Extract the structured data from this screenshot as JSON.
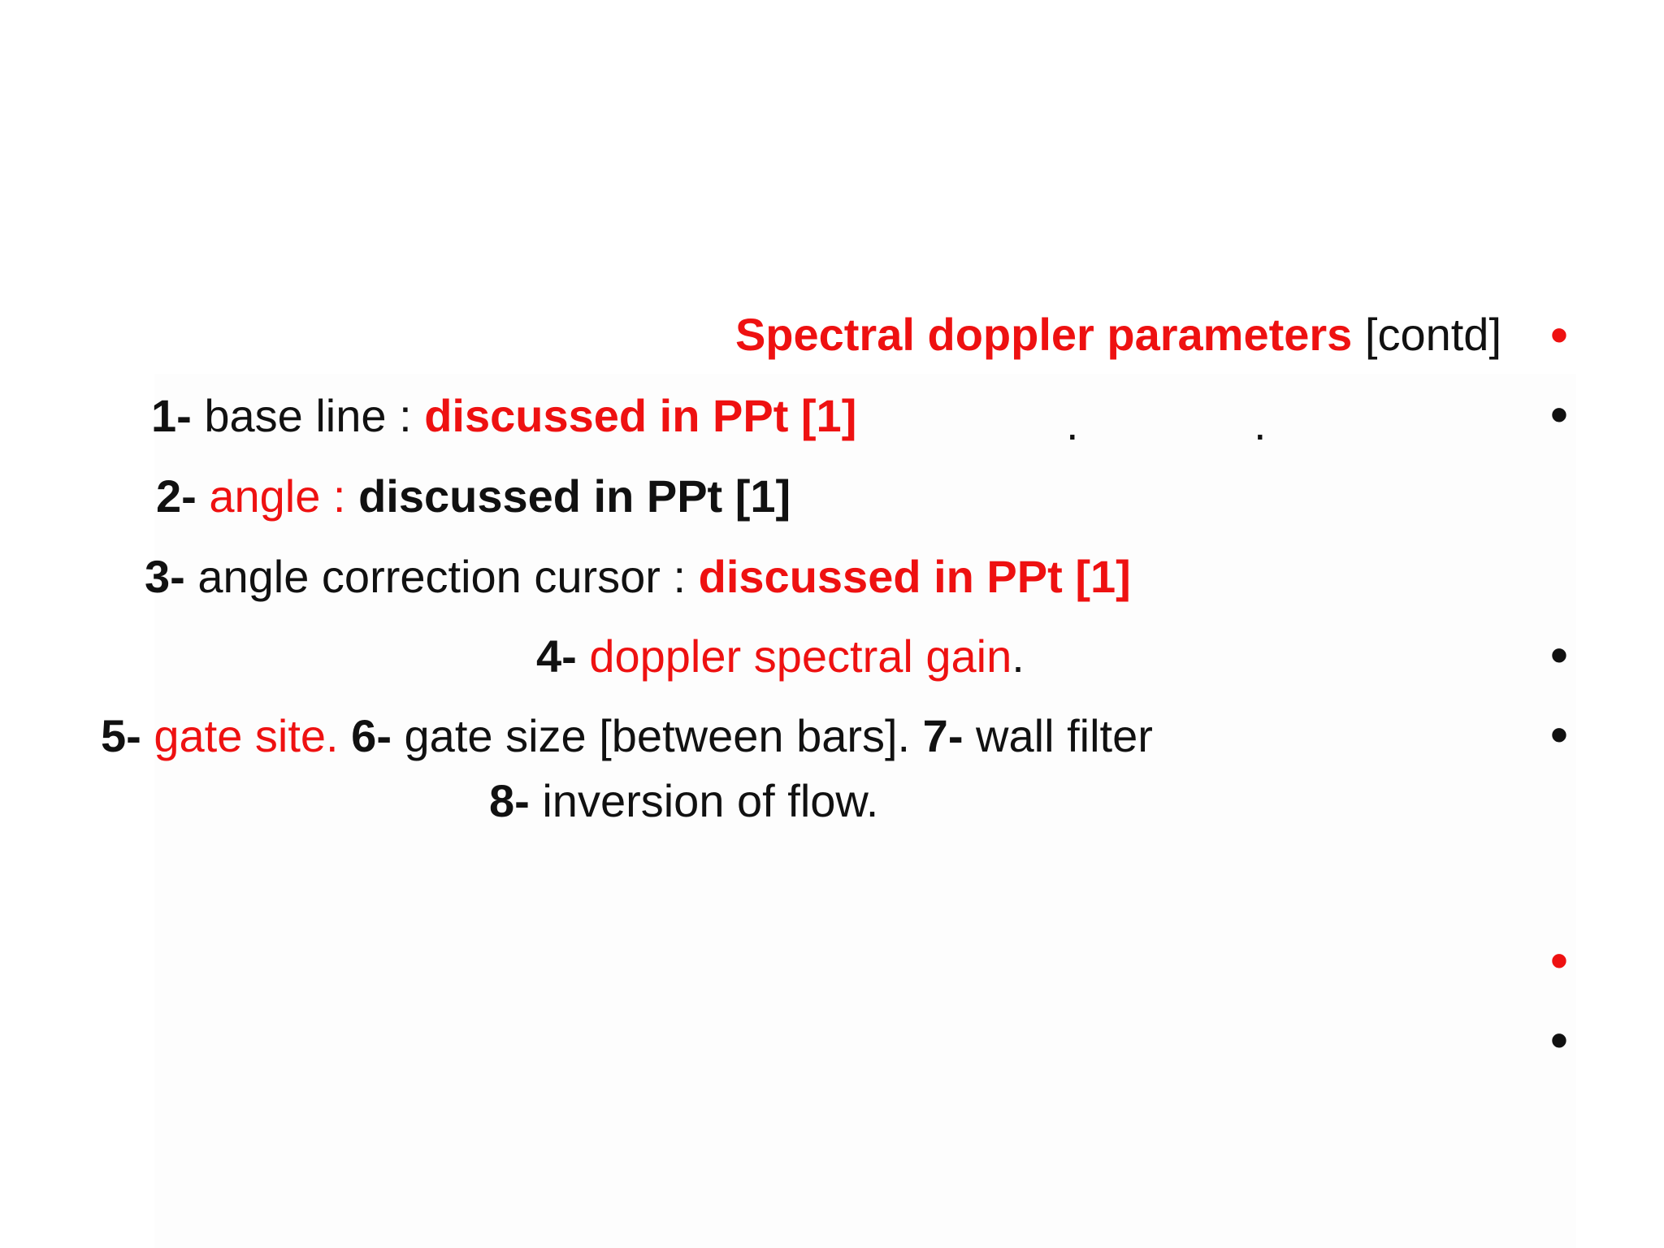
{
  "slide": {
    "title": {
      "main": "Spectral doppler parameters",
      "suffix": " [contd]"
    },
    "items": [
      {
        "num": "1-",
        "label": " base line : ",
        "note": "discussed in PPt [1]",
        "trail1": ".",
        "trail2": "."
      },
      {
        "num": "2-",
        "label": " angle : ",
        "note": "discussed in PPt [1]"
      },
      {
        "num": "3-",
        "label": " angle correction cursor : ",
        "note": "discussed in PPt [1]"
      },
      {
        "num": "4-",
        "label": " doppler spectral gain",
        "end": "."
      },
      {
        "parts": [
          {
            "num": "5-",
            "label": " gate site."
          },
          {
            "num": " 6-",
            "label": " gate size [between bars]."
          },
          {
            "num": " 7-",
            "label": " wall filter"
          }
        ]
      },
      {
        "num": "8-",
        "label": " inversion of flow."
      }
    ],
    "bullet_glyph": "•",
    "colors": {
      "accent": "#ee1111",
      "text": "#111111"
    }
  }
}
